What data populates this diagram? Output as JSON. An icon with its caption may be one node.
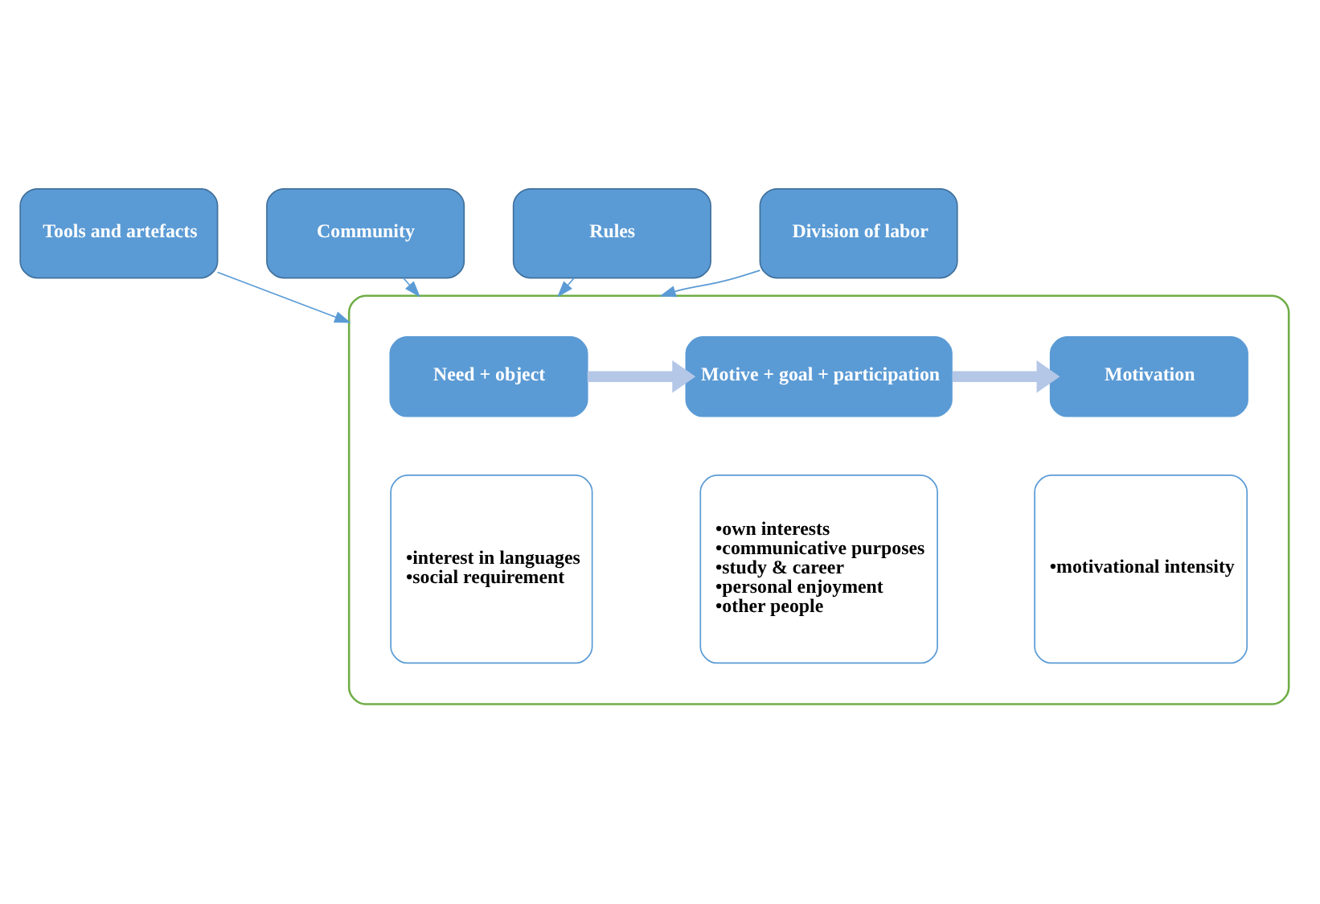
{
  "diagram": {
    "nodes": [
      {
        "text": [
          "Tools and artefacts"
        ]
      },
      {
        "text": [
          "Community"
        ]
      },
      {
        "text": [
          "Rules"
        ]
      },
      {
        "text": [
          "Division of labor"
        ]
      },
      {
        "text": [],
        "shape": "ellipse"
      },
      {
        "text": [
          "Need + object"
        ],
        "in": 4
      },
      {
        "text": [
          "•interest in languages",
          "•social requirement"
        ],
        "in": 4
      },
      {
        "text": [
          "Motive + goal + participation"
        ],
        "in": 4
      },
      {
        "text": [
          "•own interests",
          "•communicative purposes",
          "•study & career",
          "•personal enjoyment",
          "•other people"
        ],
        "in": 4
      },
      {
        "text": [
          "Motivation"
        ],
        "in": 4
      },
      {
        "text": [
          "•motivational intensity"
        ],
        "in": 4
      }
    ],
    "edges": [
      {
        "from": 0,
        "to": 4,
        "arrow": "to"
      },
      {
        "from": 1,
        "to": 4,
        "arrow": "to"
      },
      {
        "from": 2,
        "to": 4,
        "arrow": "to"
      },
      {
        "from": 3,
        "to": 4,
        "arrow": "to"
      },
      {
        "from": 5,
        "to": 7,
        "arrow": "to",
        "style": "thick",
        "color": "#b4c7e7"
      },
      {
        "from": 7,
        "to": 9,
        "arrow": "to",
        "style": "thick",
        "color": "#b4c7e7"
      }
    ]
  }
}
